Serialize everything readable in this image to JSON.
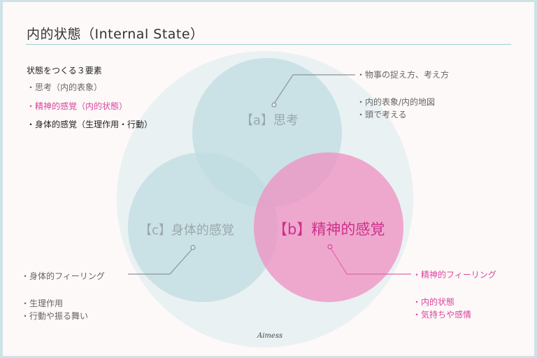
{
  "header": {
    "title": "内的状態（Internal State）"
  },
  "elements_panel": {
    "heading": "状態をつくる３要素",
    "items": [
      {
        "label": "・思考（内的表象）",
        "color": "#666666"
      },
      {
        "label": "・精神的感覚（内的状態）",
        "color": "#d8459c"
      },
      {
        "label": "・身体的感覚（生理作用・行動）",
        "color": "#222222"
      }
    ]
  },
  "venn": {
    "outer_circle_color": "#e6f0f2",
    "circles": {
      "a": {
        "label": "【a】思考",
        "color": "#c6e1e6"
      },
      "b": {
        "label": "【b】精神的感覚",
        "color": "#f09cc8"
      },
      "c": {
        "label": "【c】身体的感覚",
        "color": "#c6e1e6"
      }
    }
  },
  "annotations": {
    "a": {
      "lead": "・物事の捉え方、考え方",
      "details": [
        "・内的表象/内的地図",
        "・頭で考える"
      ]
    },
    "b": {
      "lead": "・精神的フィーリング",
      "details": [
        "・内的状態",
        "・気持ちや感情"
      ]
    },
    "c": {
      "lead": "・身体的フィーリング",
      "details": [
        "・生理作用",
        "・行動や振る舞い"
      ]
    }
  },
  "footer": {
    "signature": "Aimess"
  },
  "colors": {
    "accent_pink": "#d8459c",
    "accent_teal": "#9fcfd2",
    "background": "#fdf9f8"
  }
}
